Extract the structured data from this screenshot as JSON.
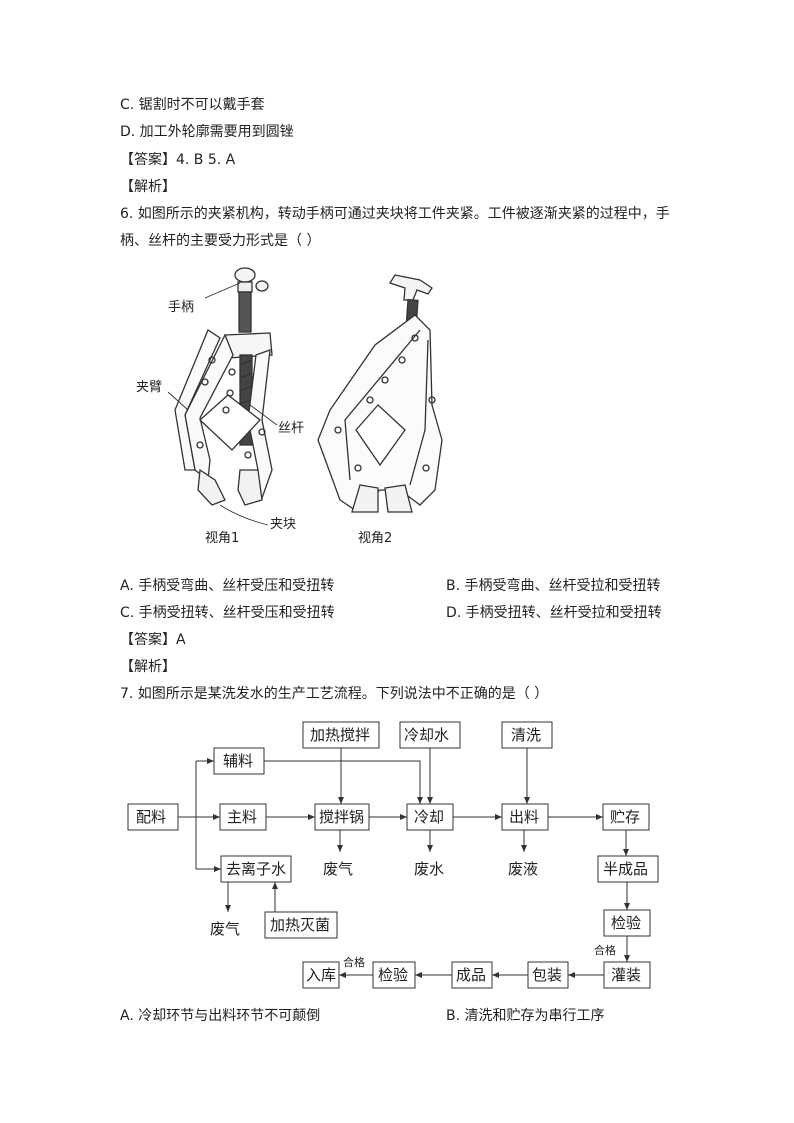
{
  "q5": {
    "option_c": "C.  锯割时不可以戴手套",
    "option_d": "D.  加工外轮廓需要用到圆锉"
  },
  "ans45": {
    "answer": "【答案】4. B      5. A",
    "analysis": "【解析】"
  },
  "q6": {
    "stem_line1": "6.  如图所示的夹紧机构，转动手柄可通过夹块将工件夹紧。工件被逐渐夹紧的过程中，手",
    "stem_line2": "柄、丝杆的主要受力形式是（      ）",
    "labels": {
      "handle": "手柄",
      "arm": "夹臂",
      "screw": "丝杆",
      "block": "夹块",
      "view1": "视角1",
      "view2": "视角2"
    },
    "option_a": "A.  手柄受弯曲、丝杆受压和受扭转",
    "option_b": "B.  手柄受弯曲、丝杆受拉和受扭转",
    "option_c": "C.  手柄受扭转、丝杆受压和受扭转",
    "option_d": "D.  手柄受扭转、丝杆受拉和受扭转",
    "answer": "【答案】A",
    "analysis": "【解析】"
  },
  "q7": {
    "stem": "7.  如图所示是某洗发水的生产工艺流程。下列说法中不正确的是（      ）",
    "flow": {
      "peiliao": "配料",
      "fuliao": "辅料",
      "zhuliao": "主料",
      "quzishui": "去离子水",
      "jiaredianban": "加热搅拌",
      "lengqueshui": "冷却水",
      "qingxi": "清洗",
      "jiaobanguo": "搅拌锅",
      "lengque": "冷却",
      "chuliao": "出料",
      "zhucun": "贮存",
      "feiqi1": "废气",
      "feishui": "废水",
      "feiye": "废液",
      "banchengpin": "半成品",
      "feiqi2": "废气",
      "jiaremiejun": "加热灭菌",
      "jianyan1": "检验",
      "hege1": "合格",
      "guanzhuang": "灌装",
      "baozhuang": "包装",
      "chengpin": "成品",
      "jianyan2": "检验",
      "hege2": "合格",
      "ruku": "入库"
    },
    "option_a": "A.  冷却环节与出料环节不可颠倒",
    "option_b": "B.  清洗和贮存为串行工序"
  }
}
